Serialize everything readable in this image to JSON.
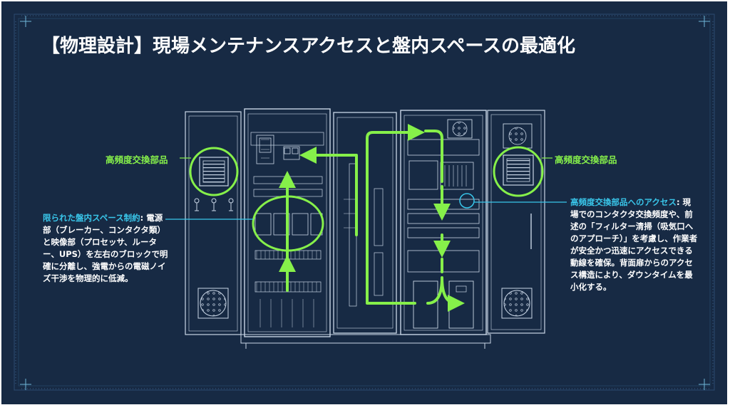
{
  "title": "【物理設計】現場メンテナンスアクセスと盤内スペースの最適化",
  "labels": {
    "left_part": "高頻度交換部品",
    "right_part": "高頻度交換部品"
  },
  "left_note": {
    "heading": "限られた盤内スペース制約",
    "body": ": 電源部（ブレーカー、コンタクタ類）と映像部（プロセッサ、ルーター、UPS）を左右のブロックで明確に分離し、強電からの電磁ノイズ干渉を物理的に低減。"
  },
  "right_note": {
    "heading": "高頻度交換部品へのアクセス",
    "body": ": 現場でのコンタクタ交換頻度や、前述の「フィルター清掃（吸気口へのアプローチ）」を考慮し、作業者が安全かつ迅速にアクセスできる動線を確保。背面扉からのアクセス構造により、ダウンタイムを最小化する。"
  },
  "colors": {
    "background": "#172a44",
    "frame": "#1f3a5a",
    "line": "#c9d6e6",
    "accent_green": "#86f04a",
    "accent_cyan": "#39c6ea"
  },
  "icons": [
    "fan-filter-icon",
    "circular-vent-icon",
    "dial-icon",
    "breaker-icon"
  ]
}
